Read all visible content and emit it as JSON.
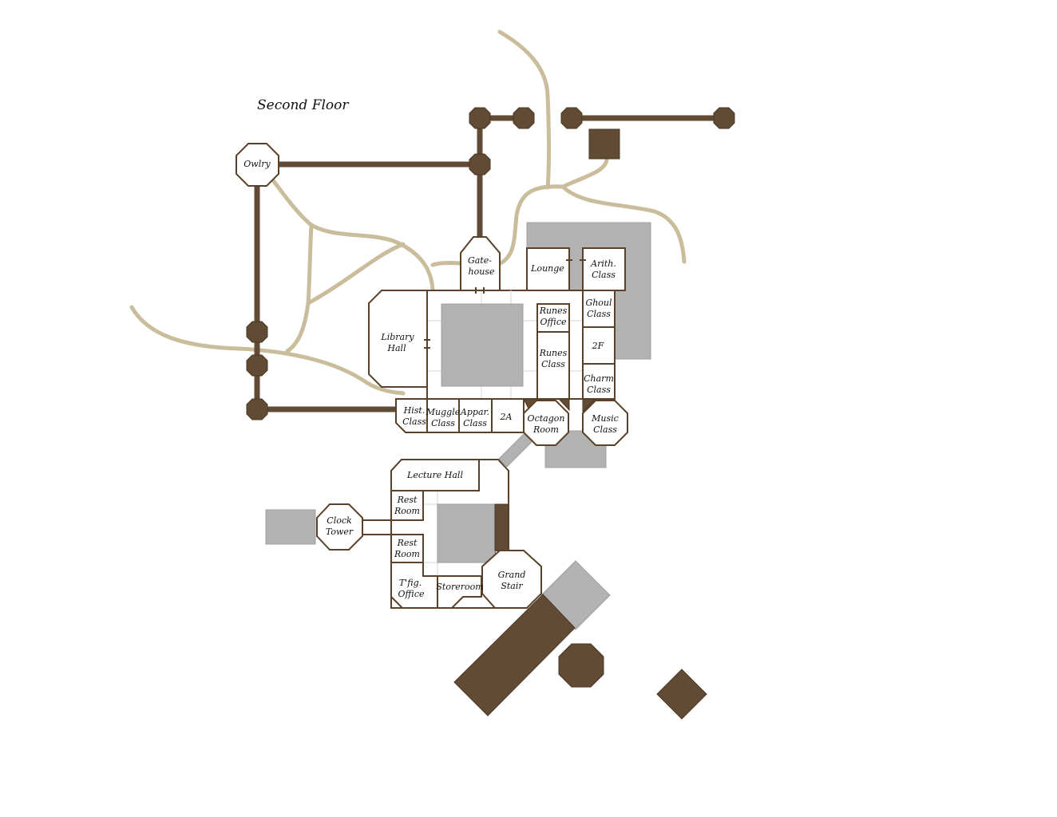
{
  "map": {
    "title": "Second Floor",
    "colors": {
      "wall": "#614b34",
      "path": "#c9bd9c",
      "stone": "#b2b2b2",
      "room": "#ffffff"
    },
    "rooms": {
      "owlry": "Owlry",
      "gatehouse": [
        "Gate-",
        "house"
      ],
      "lounge": "Lounge",
      "arith": [
        "Arith.",
        "Class"
      ],
      "ghoul": [
        "Ghoul",
        "Class"
      ],
      "f2": "2F",
      "charm": [
        "Charm",
        "Class"
      ],
      "runes_office": [
        "Runes",
        "Office"
      ],
      "runes_class": [
        "Runes",
        "Class"
      ],
      "library": [
        "Library",
        "Hall"
      ],
      "hist": [
        "Hist.",
        "Class"
      ],
      "muggle": [
        "Muggle",
        "Class"
      ],
      "appar": [
        "Appar.",
        "Class"
      ],
      "a2": "2A",
      "octagon": [
        "Octagon",
        "Room"
      ],
      "music": [
        "Music",
        "Class"
      ],
      "lecture": "Lecture Hall",
      "rest1": [
        "Rest",
        "Room"
      ],
      "rest2": [
        "Rest",
        "Room"
      ],
      "clock": [
        "Clock",
        "Tower"
      ],
      "tfig": [
        "T'fig.",
        "Office"
      ],
      "storeroom": "Storeroom",
      "grand": [
        "Grand",
        "Stair"
      ]
    }
  }
}
